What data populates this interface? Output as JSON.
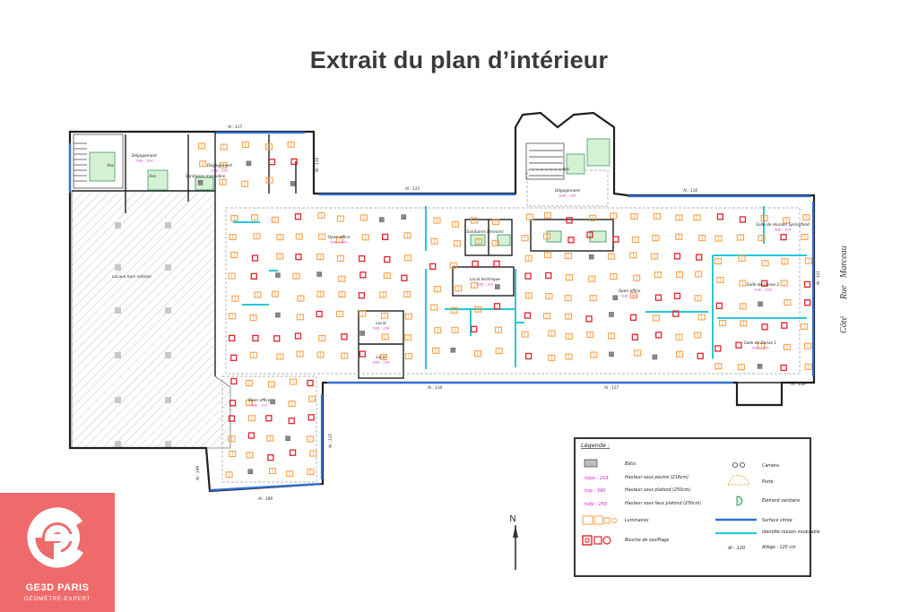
{
  "title": "Extrait du plan d’intérieur",
  "logo": {
    "name": "GE3D PARIS",
    "tagline": "GÉOMÈTRE-EXPERT"
  },
  "colors": {
    "wall": "#1f1f1f",
    "window": "#2f6fd8",
    "partition": "#25c8d8",
    "luminaire": "#f5a24a",
    "vent": "#e0222c",
    "height_label": "#d21ecc",
    "hatch": "#b5b5b5"
  },
  "rooms": [
    {
      "name": "Dégagement",
      "height": "hsfp : 314"
    },
    {
      "name": "Dégagement",
      "height": "hsfp : 320"
    },
    {
      "name": "Dégagement",
      "height": "hsfp : 320"
    },
    {
      "name": "Sanitaires masculins",
      "height": ""
    },
    {
      "name": "Sanitaires féminins",
      "height": ""
    },
    {
      "name": "Local technique",
      "height": "hsfp : 313"
    },
    {
      "name": "Local",
      "height": "hsfp : 234"
    },
    {
      "name": "Local",
      "height": "hsfp : 234"
    },
    {
      "name": "Open office",
      "height": "hsfp : 320"
    },
    {
      "name": "Open office",
      "height": "hsfp : 313"
    },
    {
      "name": "Open office",
      "height": "hsfp : 319"
    },
    {
      "name": "Salle de réunion Springfield",
      "height": "hsfp : 314"
    },
    {
      "name": "Salle de Danse 2",
      "height": "hsfp : 319"
    },
    {
      "name": "Salle de Danse 1",
      "height": "hsfp : 319"
    },
    {
      "name": "Locaux hors mission",
      "height": ""
    },
    {
      "name": "Asc.",
      "height": ""
    },
    {
      "name": "Asc.",
      "height": ""
    },
    {
      "name": "Asc.",
      "height": ""
    }
  ],
  "edge_labels": [
    "Al : 117",
    "Al : 116",
    "Al : 115",
    "Al : 116",
    "Al : 114",
    "Al : 117",
    "Al : 118",
    "Al : 121",
    "Al : 115",
    "Al : 189",
    "Al : 189"
  ],
  "street": [
    "Côté",
    "Rue",
    "Marceau"
  ],
  "compass": "N",
  "legend": {
    "title": "Légende :",
    "items": [
      {
        "swatch": "hatch",
        "label": "Bâtis"
      },
      {
        "swatch": "hspo",
        "code": "hspo : 218",
        "label": "Hauteur sous poutre (218cm)"
      },
      {
        "swatch": "hsp",
        "code": "hsp : 390",
        "label": "Hauteur sous plafond (250cm)"
      },
      {
        "swatch": "hsfp",
        "code": "hsfp : 250",
        "label": "Hauteur sous faux plafond (250cm)"
      },
      {
        "swatch": "luminaire",
        "label": "Luminaires"
      },
      {
        "swatch": "vent",
        "label": "Bouche de soufflage"
      },
      {
        "swatch": "camera",
        "label": "Caméra"
      },
      {
        "swatch": "door",
        "label": "Porte"
      },
      {
        "swatch": "sanitary",
        "label": "Elément sanitaire"
      },
      {
        "swatch": "window",
        "label": "Surface vitrée"
      },
      {
        "swatch": "partition",
        "label": "Identifié cloison modulable"
      },
      {
        "swatch": "allege",
        "code": "Al : 120",
        "label": "Allège : 120 cm"
      }
    ]
  }
}
